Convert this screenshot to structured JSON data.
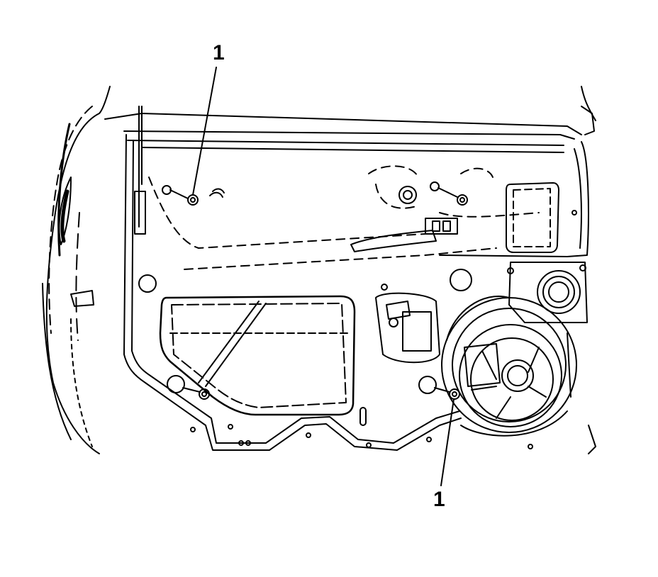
{
  "diagram": {
    "style": "line drawing, black on white",
    "colors": {
      "ink": "#000000",
      "background": "#ffffff"
    },
    "callouts": [
      {
        "label": "1"
      },
      {
        "label": "1"
      }
    ]
  }
}
